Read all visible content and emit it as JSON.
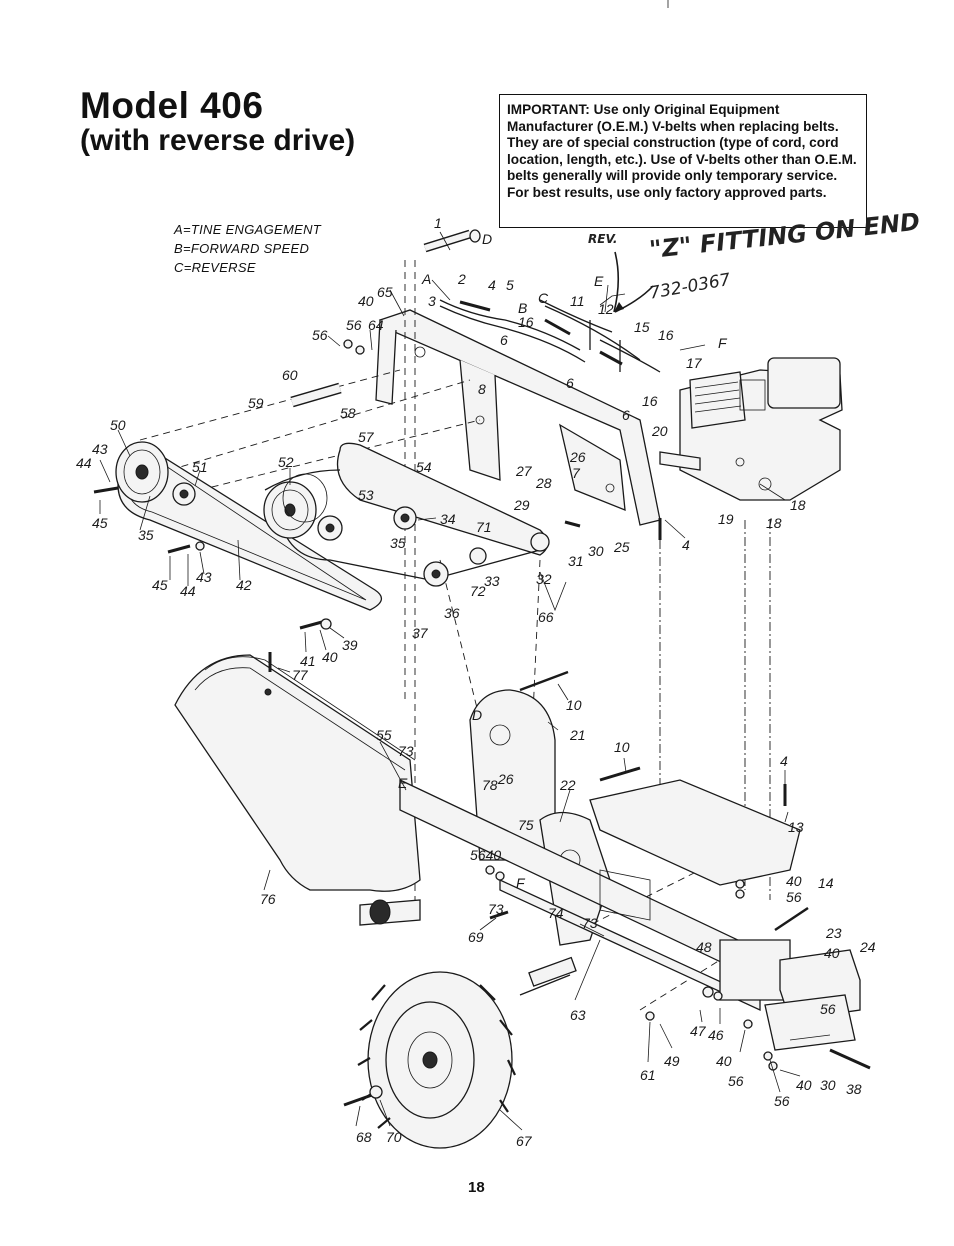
{
  "header": {
    "title": "Model 406",
    "subtitle": "(with reverse drive)"
  },
  "notice": {
    "lines": [
      "IMPORTANT: Use only Original Equipment Manufacturer (O.E.M.) V-belts when replacing belts. They are of special construction (type of cord, cord location, length, etc.). Use of V-belts other than O.E.M. belts generally will provide only temporary service.",
      "For best results, use only factory approved parts."
    ]
  },
  "legend": {
    "a": "A=TINE ENGAGEMENT",
    "b": "B=FORWARD SPEED",
    "c": "C=REVERSE"
  },
  "handwritten": {
    "rev": "REV.",
    "note": "\"Z\" FITTING ON END",
    "code": "732-0367"
  },
  "part_labels": [
    "1",
    "D",
    "A",
    "2",
    "4",
    "5",
    "E",
    "B",
    "C",
    "11",
    "12",
    "65",
    "40",
    "56",
    "64",
    "3",
    "16",
    "6",
    "15",
    "16",
    "F",
    "17",
    "56",
    "60",
    "59",
    "58",
    "8",
    "57",
    "6",
    "6",
    "16",
    "20",
    "50",
    "43",
    "44",
    "51",
    "52",
    "54",
    "27",
    "26",
    "28",
    "7",
    "29",
    "45",
    "35",
    "53",
    "34",
    "71",
    "19",
    "18",
    "18",
    "4",
    "25",
    "30",
    "31",
    "35",
    "45",
    "43",
    "44",
    "42",
    "33",
    "72",
    "32",
    "36",
    "66",
    "41",
    "40",
    "39",
    "37",
    "77",
    "10",
    "21",
    "D",
    "55",
    "73",
    "E",
    "78",
    "26",
    "10",
    "22",
    "4",
    "75",
    "13",
    "5640",
    "F",
    "40",
    "14",
    "76",
    "73",
    "74",
    "73",
    "56",
    "69",
    "23",
    "40",
    "24",
    "48",
    "63",
    "56",
    "47",
    "46",
    "49",
    "61",
    "40",
    "56",
    "40",
    "30",
    "38",
    "56",
    "68",
    "70",
    "67"
  ],
  "page_number": "18"
}
